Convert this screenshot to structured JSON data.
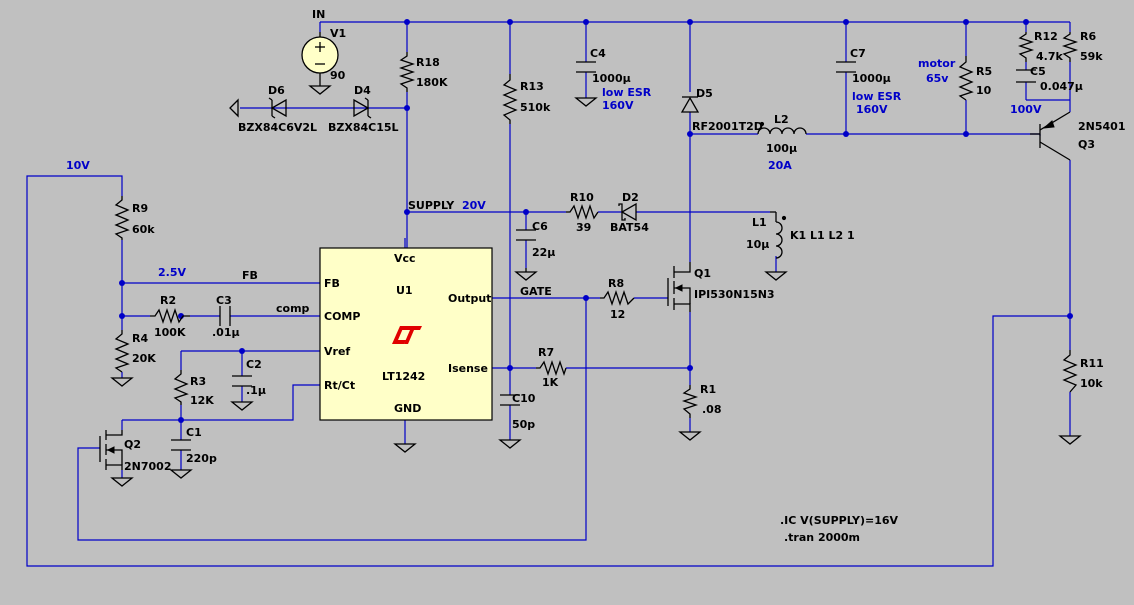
{
  "nets": {
    "in": "IN",
    "supply": "SUPPLY",
    "supply_v": "20V",
    "fb_v": "2.5V",
    "fb": "FB",
    "comp": "comp",
    "gate": "GATE",
    "v10": "10V",
    "motor": "motor",
    "motor_v": "65v",
    "v100": "100V"
  },
  "parts": {
    "V1": {
      "ref": "V1",
      "value": "90"
    },
    "R18": {
      "ref": "R18",
      "value": "180K"
    },
    "R13": {
      "ref": "R13",
      "value": "510k"
    },
    "C4": {
      "ref": "C4",
      "value": "1000µ",
      "note1": "low ESR",
      "note2": "160V"
    },
    "D5": {
      "ref": "D5",
      "value": "RF2001T2D"
    },
    "C7": {
      "ref": "C7",
      "value": "1000µ",
      "note1": "low ESR",
      "note2": "160V"
    },
    "R5": {
      "ref": "R5",
      "value": "10"
    },
    "R12": {
      "ref": "R12",
      "value": "4.7k"
    },
    "C5": {
      "ref": "C5",
      "value": "0.047µ"
    },
    "R6": {
      "ref": "R6",
      "value": "59k"
    },
    "D6": {
      "ref": "D6",
      "value": "BZX84C6V2L"
    },
    "D4": {
      "ref": "D4",
      "value": "BZX84C15L"
    },
    "L2": {
      "ref": "L2",
      "value": "100µ",
      "note": "20A"
    },
    "Q3": {
      "ref": "Q3",
      "value": "2N5401"
    },
    "R9": {
      "ref": "R9",
      "value": "60k"
    },
    "C6": {
      "ref": "C6",
      "value": "22µ"
    },
    "R10": {
      "ref": "R10",
      "value": "39"
    },
    "D2": {
      "ref": "D2",
      "value": "BAT54"
    },
    "L1": {
      "ref": "L1",
      "value": "10µ",
      "coupling": "K1 L1 L2 1"
    },
    "U1": {
      "ref": "U1",
      "value": "LT1242",
      "pin_vcc": "Vcc",
      "pin_fb": "FB",
      "pin_comp": "COMP",
      "pin_vref": "Vref",
      "pin_rtct": "Rt/Ct",
      "pin_output": "Output",
      "pin_isense": "Isense",
      "pin_gnd": "GND",
      "logo": "LT"
    },
    "R2": {
      "ref": "R2",
      "value": "100K"
    },
    "C3": {
      "ref": "C3",
      "value": ".01µ"
    },
    "R4": {
      "ref": "R4",
      "value": "20K"
    },
    "C2": {
      "ref": "C2",
      "value": ".1µ"
    },
    "R3": {
      "ref": "R3",
      "value": "12K"
    },
    "C1": {
      "ref": "C1",
      "value": "220p"
    },
    "Q2": {
      "ref": "Q2",
      "value": "2N7002"
    },
    "R8": {
      "ref": "R8",
      "value": "12"
    },
    "Q1": {
      "ref": "Q1",
      "value": "IPI530N15N3"
    },
    "R7": {
      "ref": "R7",
      "value": "1K"
    },
    "C10": {
      "ref": "C10",
      "value": "50p"
    },
    "R1": {
      "ref": "R1",
      "value": ".08"
    },
    "R11": {
      "ref": "R11",
      "value": "10k"
    }
  },
  "directives": {
    "ic": ".IC V(SUPPLY)=16V",
    "tran": ".tran 2000m"
  },
  "colors": {
    "background": "#c0c0c0",
    "wire": "#0000c8",
    "component": "#000000",
    "ic_fill": "#ffffc8",
    "logo": "#e00000",
    "source_fill": "#ffffc8"
  }
}
